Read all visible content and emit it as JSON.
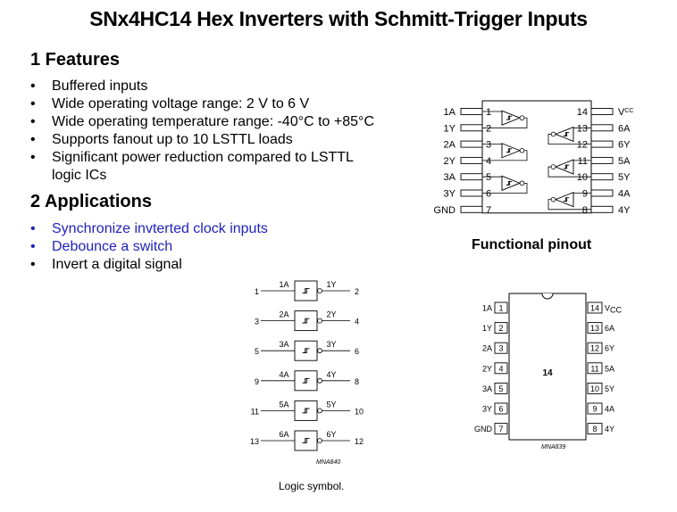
{
  "title": "SNx4HC14 Hex Inverters with Schmitt-Trigger Inputs",
  "features": {
    "heading": "1 Features",
    "items": [
      "Buffered inputs",
      "Wide operating voltage range: 2 V to 6 V",
      "Wide operating temperature range: -40°C to +85°C",
      "Supports fanout up to 10 LSTTL loads",
      "Significant power reduction compared to LSTTL logic ICs"
    ]
  },
  "applications": {
    "heading": "2 Applications",
    "items": [
      {
        "text": "Synchronize invterted clock inputs",
        "link": true
      },
      {
        "text": "Debounce a switch",
        "link": true
      },
      {
        "text": "Invert a digital signal",
        "link": false
      }
    ]
  },
  "functional_pinout": {
    "caption": "Functional pinout",
    "left_pins": [
      {
        "label": "1A",
        "num": "1"
      },
      {
        "label": "1Y",
        "num": "2"
      },
      {
        "label": "2A",
        "num": "3"
      },
      {
        "label": "2Y",
        "num": "4"
      },
      {
        "label": "3A",
        "num": "5"
      },
      {
        "label": "3Y",
        "num": "6"
      },
      {
        "label": "GND",
        "num": "7"
      }
    ],
    "right_pins": [
      {
        "label": "V",
        "sub": "CC",
        "num": "14"
      },
      {
        "label": "6A",
        "num": "13"
      },
      {
        "label": "6Y",
        "num": "12"
      },
      {
        "label": "5A",
        "num": "11"
      },
      {
        "label": "5Y",
        "num": "10"
      },
      {
        "label": "4A",
        "num": "9"
      },
      {
        "label": "4Y",
        "num": "8"
      }
    ]
  },
  "logic_symbol": {
    "caption": "Logic symbol.",
    "ref": "MNA840",
    "gates": [
      {
        "in_num": "1",
        "in_label": "1A",
        "out_label": "1Y",
        "out_num": "2"
      },
      {
        "in_num": "3",
        "in_label": "2A",
        "out_label": "2Y",
        "out_num": "4"
      },
      {
        "in_num": "5",
        "in_label": "3A",
        "out_label": "3Y",
        "out_num": "6"
      },
      {
        "in_num": "9",
        "in_label": "4A",
        "out_label": "4Y",
        "out_num": "8"
      },
      {
        "in_num": "11",
        "in_label": "5A",
        "out_label": "5Y",
        "out_num": "10"
      },
      {
        "in_num": "13",
        "in_label": "6A",
        "out_label": "6Y",
        "out_num": "12"
      }
    ]
  },
  "dip_package": {
    "ref": "MNA839",
    "center_label": "14",
    "left_pins": [
      {
        "label": "1A",
        "num": "1"
      },
      {
        "label": "1Y",
        "num": "2"
      },
      {
        "label": "2A",
        "num": "3"
      },
      {
        "label": "2Y",
        "num": "4"
      },
      {
        "label": "3A",
        "num": "5"
      },
      {
        "label": "3Y",
        "num": "6"
      },
      {
        "label": "GND",
        "num": "7"
      }
    ],
    "right_pins": [
      {
        "label": "V",
        "sub": "CC",
        "num": "14"
      },
      {
        "label": "6A",
        "num": "13"
      },
      {
        "label": "6Y",
        "num": "12"
      },
      {
        "label": "5A",
        "num": "11"
      },
      {
        "label": "5Y",
        "num": "10"
      },
      {
        "label": "4A",
        "num": "9"
      },
      {
        "label": "4Y",
        "num": "8"
      }
    ]
  }
}
